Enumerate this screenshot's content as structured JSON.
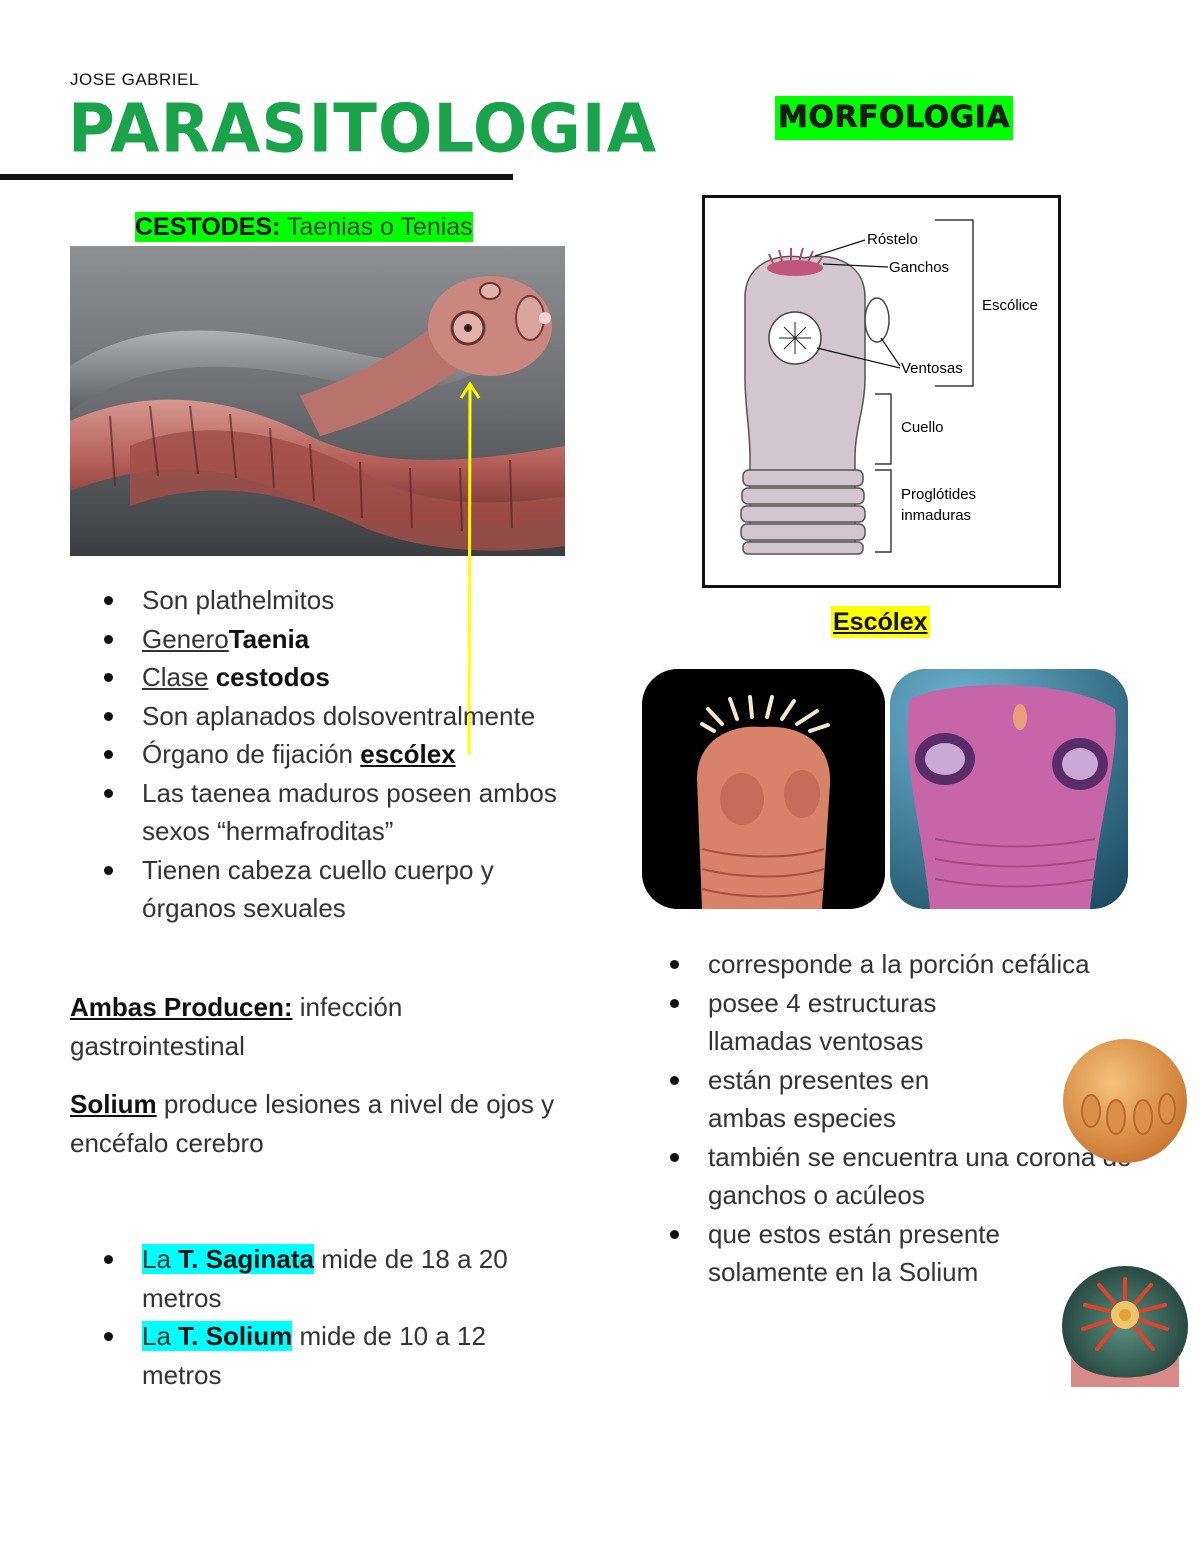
{
  "header": {
    "author": "JOSE GABRIEL",
    "title": "PARASITOLOGIA",
    "right_title": "MORFOLOGIA"
  },
  "cestodes": {
    "label": "CESTODES",
    "separator": ":",
    "subtitle": " Taenias o Tenias"
  },
  "left_list": [
    {
      "text": "Son plathelmitos"
    },
    {
      "u": "Genero",
      "b": "Taenia"
    },
    {
      "u": "Clase",
      "b": " cestodos"
    },
    {
      "text": "Son aplanados dolsoventralmente"
    },
    {
      "pre": "Órgano de fijación ",
      "bu": "escólex"
    },
    {
      "text": "Las taenea maduros poseen ambos sexos “hermafroditas”"
    },
    {
      "text": "Tienen cabeza cuello cuerpo y órganos sexuales"
    }
  ],
  "ambas": {
    "lead": "Ambas Producen:",
    "rest": " infección gastrointestinal"
  },
  "solium_p": {
    "lead": "Solium",
    "rest": " produce lesiones a nivel de ojos y encéfalo cerebro"
  },
  "sizes": [
    {
      "pre": "La ",
      "b": "T. Saginata",
      "post": " mide de 18 a 20 metros"
    },
    {
      "pre": "La ",
      "b": "T. Solium",
      "post": " mide de 10 a 12 metros"
    }
  ],
  "diagram": {
    "labels": {
      "rostelo": "Róstelo",
      "ganchos": "Ganchos",
      "escolice": "Escólice",
      "ventosas": "Ventosas",
      "cuello": "Cuello",
      "proglotides_1": "Proglótides",
      "proglotides_2": "inmaduras"
    }
  },
  "escolex_heading": "Escólex",
  "right_list": [
    "corresponde a la porción cefálica",
    "posee 4 estructuras llamadas ventosas",
    "están presentes en ambas especies",
    "también se encuentra una corona de ganchos o acúleos",
    "que estos están presente solamente en la Solium"
  ],
  "colors": {
    "title_green": "#1aa34a",
    "highlight_green": "#00ff00",
    "highlight_yellow": "#ffff00",
    "highlight_cyan": "#00ffff",
    "arrow_yellow": "#ffff00"
  }
}
